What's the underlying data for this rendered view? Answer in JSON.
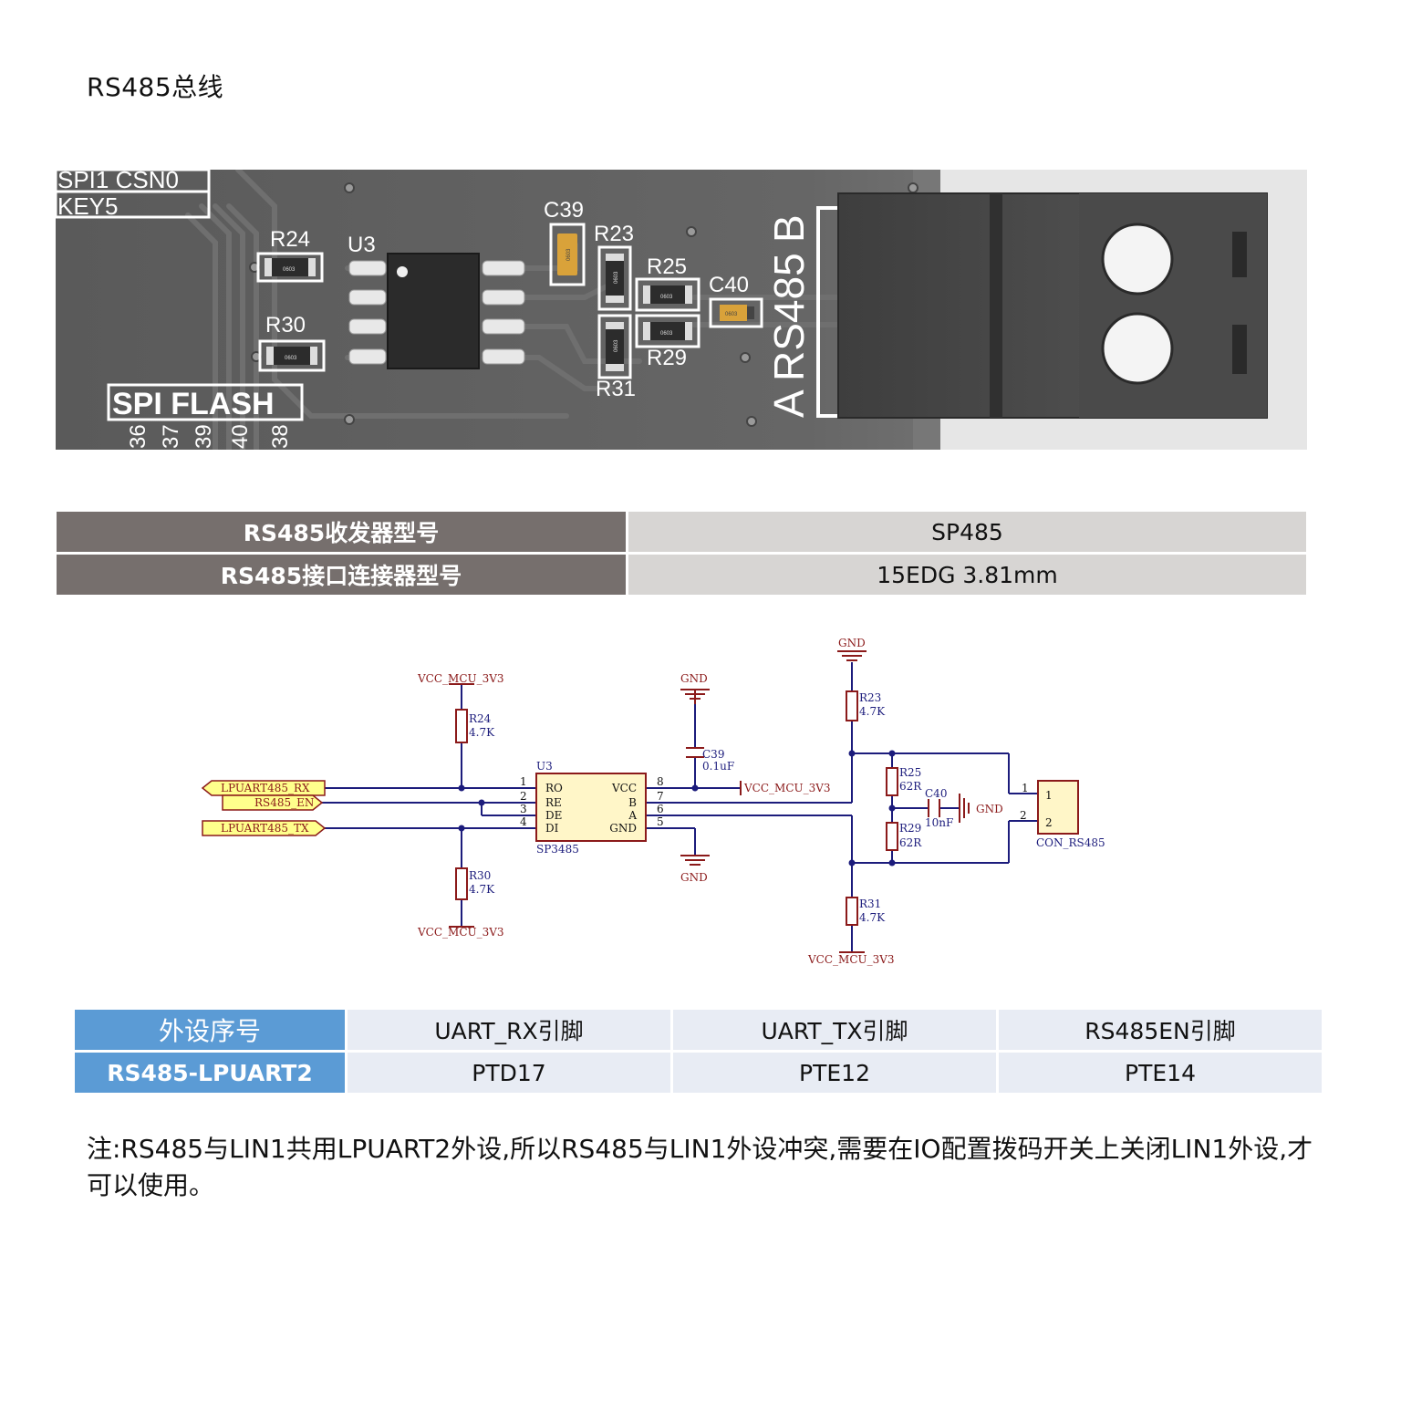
{
  "page": {
    "title": "RS485总线"
  },
  "pcb": {
    "silkscreen": {
      "spi_csn": "SPI1 CSN0",
      "key5": "KEY5",
      "spi_flash": "SPI FLASH",
      "pins": [
        "36",
        "37",
        "39",
        "40",
        "38"
      ],
      "r24": "R24",
      "u3": "U3",
      "r30": "R30",
      "c39": "C39",
      "r23": "R23",
      "r25": "R25",
      "c40": "C40",
      "r29": "R29",
      "r31": "R31",
      "rs485": "RS485",
      "b": "B",
      "a": "A",
      "pkg": "0603"
    }
  },
  "spec_table": [
    {
      "label": "RS485收发器型号",
      "value": "SP485"
    },
    {
      "label": "RS485接口连接器型号",
      "value": "15EDG 3.81mm"
    }
  ],
  "schematic": {
    "nets": {
      "vcc": "VCC_MCU_3V3",
      "gnd": "GND"
    },
    "ports": {
      "rx": "LPUART485_RX",
      "en": "RS485_EN",
      "tx": "LPUART485_TX"
    },
    "ic": {
      "ref": "U3",
      "part": "SP3485",
      "left_pins": [
        {
          "num": "1",
          "name": "RO"
        },
        {
          "num": "2",
          "name": "RE"
        },
        {
          "num": "3",
          "name": "DE"
        },
        {
          "num": "4",
          "name": "DI"
        }
      ],
      "right_pins": [
        {
          "num": "8",
          "name": "VCC"
        },
        {
          "num": "7",
          "name": "B"
        },
        {
          "num": "6",
          "name": "A"
        },
        {
          "num": "5",
          "name": "GND"
        }
      ]
    },
    "parts": {
      "r24": {
        "ref": "R24",
        "val": "4.7K"
      },
      "r30": {
        "ref": "R30",
        "val": "4.7K"
      },
      "r23": {
        "ref": "R23",
        "val": "4.7K"
      },
      "r31": {
        "ref": "R31",
        "val": "4.7K"
      },
      "r25": {
        "ref": "R25",
        "val": "62R"
      },
      "r29": {
        "ref": "R29",
        "val": "62R"
      },
      "c39": {
        "ref": "C39",
        "val": "0.1uF"
      },
      "c40": {
        "ref": "C40",
        "val": "10nF"
      }
    },
    "connector": {
      "name": "CON_RS485",
      "pins": [
        "1",
        "2"
      ]
    }
  },
  "pin_table": {
    "headers": [
      "外设序号",
      "UART_RX引脚",
      "UART_TX引脚",
      "RS485EN引脚"
    ],
    "rows": [
      [
        "RS485-LPUART2",
        "PTD17",
        "PTE12",
        "PTE14"
      ]
    ]
  },
  "note": "注:RS485与LIN1共用LPUART2外设,所以RS485与LIN1外设冲突,需要在IO配置拨码开关上关闭LIN1外设,才可以使用。",
  "colors": {
    "schematic_wire": "#1c1c7c",
    "net_label": "#8b1a1a",
    "component": "#8b1a1a",
    "ic_fill": "#fff6c8",
    "port_fill": "#ffff8c",
    "spec_header": "#766f6d",
    "spec_value": "#d7d5d3",
    "pin_header": "#5b9bd5",
    "pin_cell": "#e8ecf4"
  }
}
